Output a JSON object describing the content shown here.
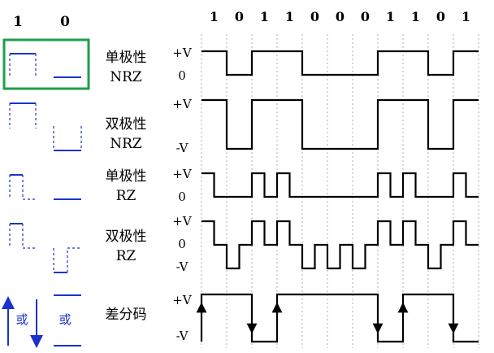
{
  "legend": {
    "header_one": "1",
    "header_zero": "0",
    "or_text": "或"
  },
  "bits": [
    "1",
    "0",
    "1",
    "1",
    "0",
    "0",
    "0",
    "1",
    "1",
    "0",
    "1"
  ],
  "rows": [
    {
      "key": "unipolar_nrz",
      "line1": "单极性",
      "line2": "NRZ",
      "levels": [
        "+V",
        "0"
      ],
      "highlighted": true
    },
    {
      "key": "bipolar_nrz",
      "line1": "双极性",
      "line2": "NRZ",
      "levels": [
        "+V",
        "-V"
      ]
    },
    {
      "key": "unipolar_rz",
      "line1": "单极性",
      "line2": "RZ",
      "levels": [
        "+V",
        "0"
      ]
    },
    {
      "key": "bipolar_rz",
      "line1": "双极性",
      "line2": "RZ",
      "levels": [
        "+V",
        "0",
        "-V"
      ]
    },
    {
      "key": "differential",
      "line1": "差分码",
      "line2": "",
      "levels": [
        "+V",
        "-V"
      ]
    }
  ],
  "colors": {
    "signal": "#000000",
    "legend_blue": "#1a33cc",
    "highlight_green": "#1e9e4a",
    "grid": "#999999"
  },
  "icons": [
    "up-arrow-icon",
    "down-arrow-icon"
  ]
}
